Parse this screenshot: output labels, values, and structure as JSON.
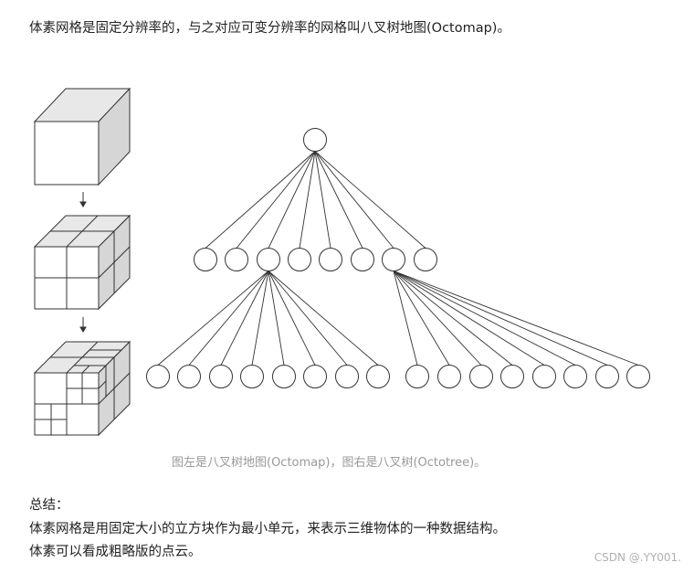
{
  "intro_text": "体素网格是固定分辨率的，与之对应可变分辨率的网格叫八叉树地图(Octomap)。",
  "figure_caption": "图左是八叉树地图(Octomap)，图右是八叉树(Octotree)。",
  "summary": {
    "title": "总结：",
    "line1": "体素网格是用固定大小的立方块作为最小单元，来表示三维物体的一种数据结构。",
    "line2": "体素可以看成粗略版的点云。"
  },
  "watermark": "CSDN @.YY001.",
  "colors": {
    "text": "#222222",
    "caption": "#999999",
    "cube_top": "#e8e8e8",
    "cube_side": "#d6d6d6",
    "cube_front": "#ffffff",
    "stroke": "#333333"
  },
  "octotree": {
    "levels": 3,
    "children_per_node": 8,
    "expanded_level1_nodes": [
      3,
      7
    ]
  },
  "octomap": {
    "cube_count": 3,
    "arrow_icon": "arrow-down-icon"
  }
}
